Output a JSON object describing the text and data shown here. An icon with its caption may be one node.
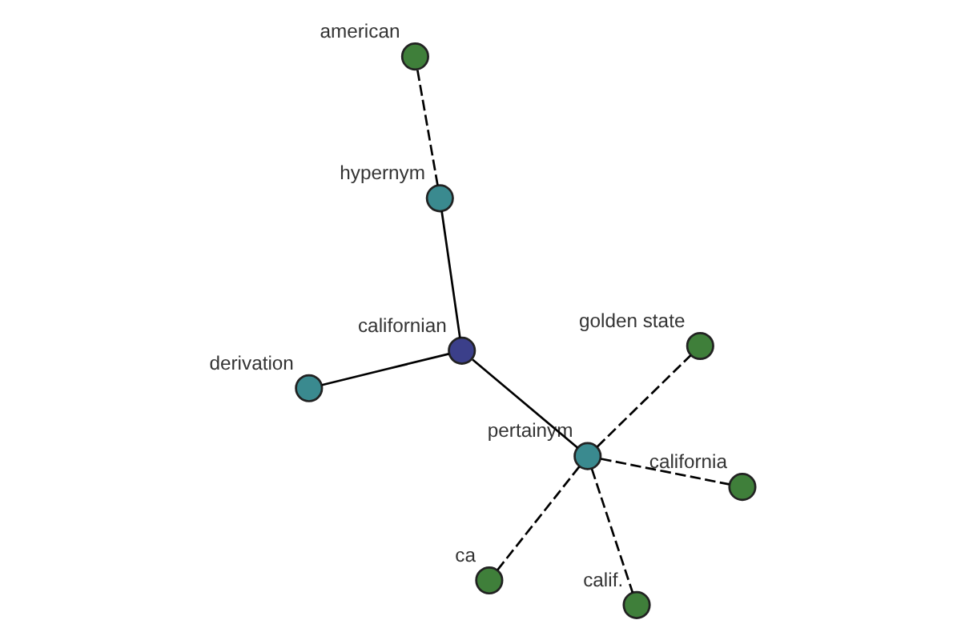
{
  "diagram": {
    "nodes": [
      {
        "text": [
          "californian"
        ]
      },
      {
        "text": [
          "pertainym"
        ]
      },
      {
        "text": [
          "derivation"
        ]
      },
      {
        "text": [
          "hypernym"
        ]
      },
      {
        "text": [
          "american"
        ]
      },
      {
        "text": [
          "golden state"
        ]
      },
      {
        "text": [
          "ca"
        ]
      },
      {
        "text": [
          "california"
        ]
      },
      {
        "text": [
          "calif."
        ]
      }
    ],
    "edges": [
      {
        "from": 0,
        "to": 1,
        "arrow": "none"
      },
      {
        "from": 0,
        "to": 2,
        "arrow": "none"
      },
      {
        "from": 0,
        "to": 3,
        "arrow": "none"
      },
      {
        "from": 3,
        "to": 4,
        "arrow": "none",
        "style": "dashed"
      },
      {
        "from": 1,
        "to": 5,
        "arrow": "none",
        "style": "dashed"
      },
      {
        "from": 1,
        "to": 6,
        "arrow": "none",
        "style": "dashed"
      },
      {
        "from": 1,
        "to": 7,
        "arrow": "none",
        "style": "dashed"
      },
      {
        "from": 1,
        "to": 8,
        "arrow": "none",
        "style": "dashed"
      }
    ]
  }
}
